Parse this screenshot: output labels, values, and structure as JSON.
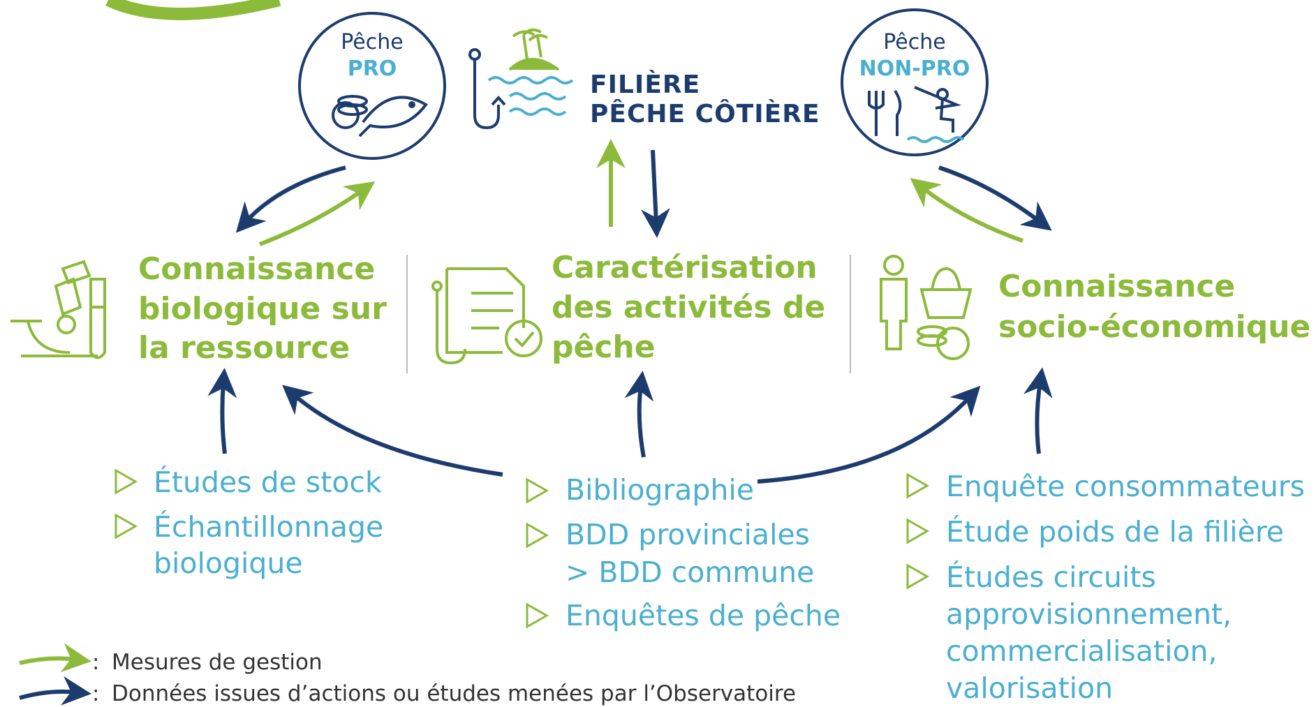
{
  "colors": {
    "navy": "#1d3c6e",
    "green": "#8cba3a",
    "cyan": "#4aafd0",
    "legend_text": "#333333"
  },
  "top": {
    "peche_pro": {
      "line1": "Pêche",
      "line2": "PRO",
      "icon": "fish-coins-icon"
    },
    "filiere": {
      "line1": "FILIÈRE",
      "line2": "PÊCHE CÔTIÈRE",
      "icon": "hook-island-icon"
    },
    "peche_non_pro": {
      "line1": "Pêche",
      "line2": "NON-PRO",
      "icon": "cutlery-fisher-icon"
    }
  },
  "columns": [
    {
      "heading": [
        "Connaissance",
        "biologique sur",
        "la ressource"
      ],
      "icon": "microscope-icon",
      "items": [
        [
          "Études de stock"
        ],
        [
          "Échantillonnage",
          "biologique"
        ]
      ]
    },
    {
      "heading": [
        "Caractérisation",
        "des activités de",
        "pêche"
      ],
      "icon": "document-check-icon",
      "items": [
        [
          "Bibliographie"
        ],
        [
          "BDD provinciales",
          "> BDD commune"
        ],
        [
          "Enquêtes de pêche"
        ]
      ]
    },
    {
      "heading": [
        "Connaissance",
        "socio-économique"
      ],
      "icon": "person-basket-icon",
      "items": [
        [
          "Enquête consommateurs"
        ],
        [
          "Étude poids de la filière"
        ],
        [
          "Études circuits",
          "approvisionnement,",
          "commercialisation,",
          "valorisation"
        ]
      ]
    }
  ],
  "legend": {
    "separator": ":",
    "green": "Mesures de gestion",
    "navy": "Données issues d’actions ou études menées par l’Observatoire"
  }
}
